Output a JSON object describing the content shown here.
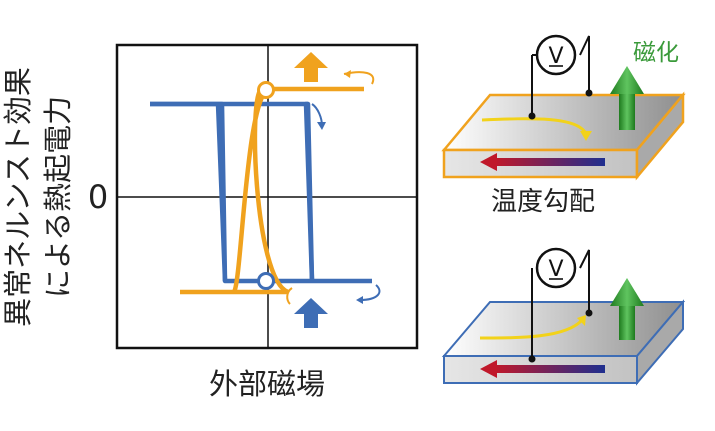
{
  "loop_plot": {
    "ylabel_line1": "異常ネルンスト効果",
    "ylabel_line2": "による熱起電力",
    "zero_label": "0",
    "xlabel": "外部磁場"
  },
  "device_top": {
    "voltmeter_symbol": "V",
    "magnetization_label": "磁化",
    "gradient_label": "温度勾配"
  },
  "device_bottom": {
    "voltmeter_symbol": "V"
  },
  "colors": {
    "orange": "#F0A21E",
    "blue": "#3E6DB5",
    "green": "#3A9A3A",
    "gradient_red": "#C0182A",
    "gradient_blue": "#1F2F8F",
    "flow_yellow": "#F2D21A"
  }
}
